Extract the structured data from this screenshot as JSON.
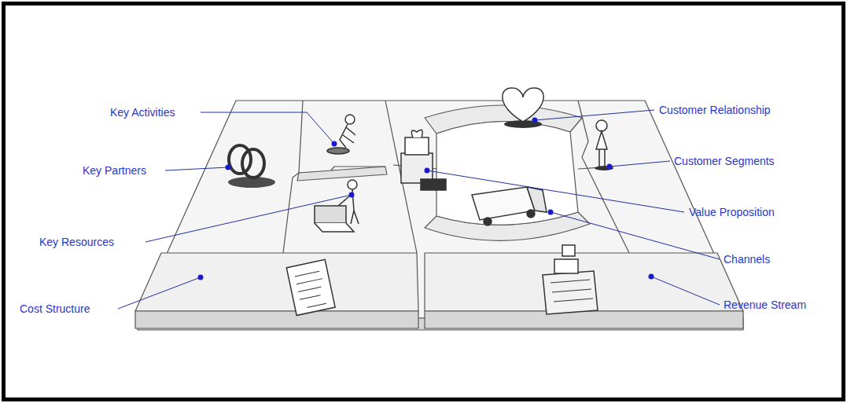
{
  "diagram": {
    "labels": [
      "Key Activities",
      "Key Partners",
      "Key Resources",
      "Cost Structure",
      "Customer Relationship",
      "Customer Segments",
      "Value Proposition",
      "Channels",
      "Revenue Stream"
    ]
  }
}
